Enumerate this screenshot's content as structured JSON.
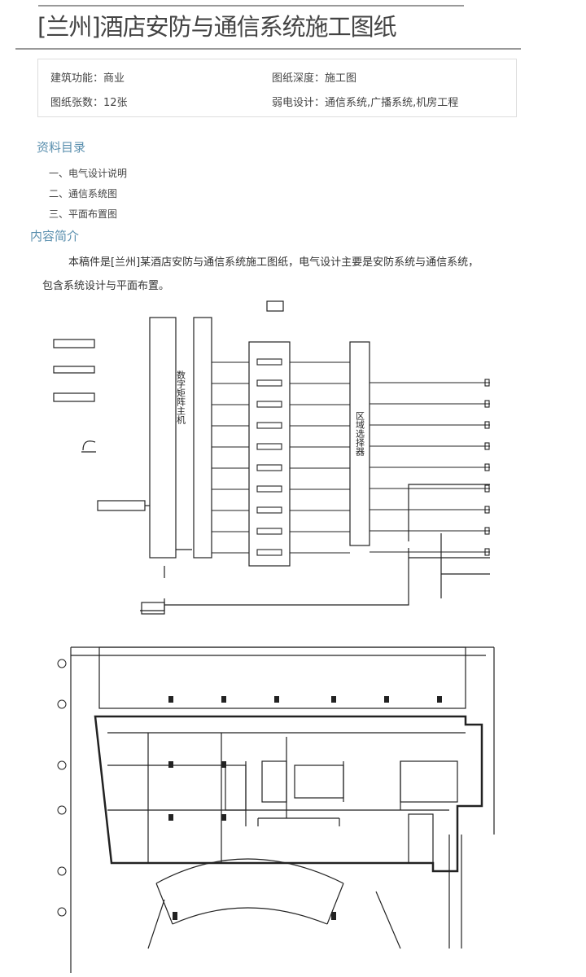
{
  "title": "[兰州]酒店安防与通信系统施工图纸",
  "info": {
    "function": "建筑功能：商业",
    "depth": "图纸深度：施工图",
    "count": "图纸张数：12张",
    "weak": "弱电设计：通信系统,广播系统,机房工程"
  },
  "catalog": {
    "heading": "资料目录",
    "items": [
      "一、电气设计说明",
      "二、通信系统图",
      "三、平面布置图"
    ]
  },
  "intro": {
    "heading": "内容简介",
    "line1": "本稿件是[兰州]某酒店安防与通信系统施工图纸，电气设计主要是安防系统与通信系统，",
    "line2": "包含系统设计与平面布置。"
  },
  "drawings": {
    "system_host_label": "数字矩阵主机",
    "zone_label": "区域选择器"
  }
}
